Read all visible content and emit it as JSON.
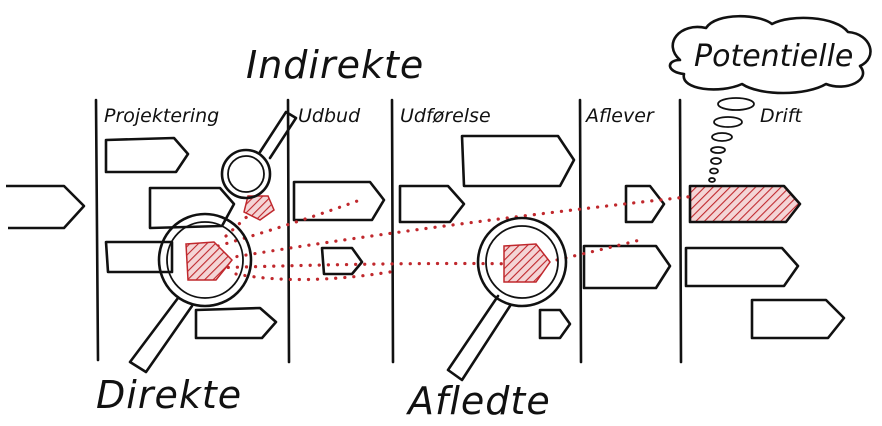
{
  "phases": [
    "Projektering",
    "Udbud",
    "Udførelse",
    "Aflever",
    "Drift"
  ],
  "labels": {
    "direct": "Direkte",
    "indirect": "Indirekte",
    "derived": "Afledte",
    "potential": "Potentielle"
  },
  "colors": {
    "ink": "#111111",
    "accent": "#c0282d",
    "background": "#ffffff"
  }
}
